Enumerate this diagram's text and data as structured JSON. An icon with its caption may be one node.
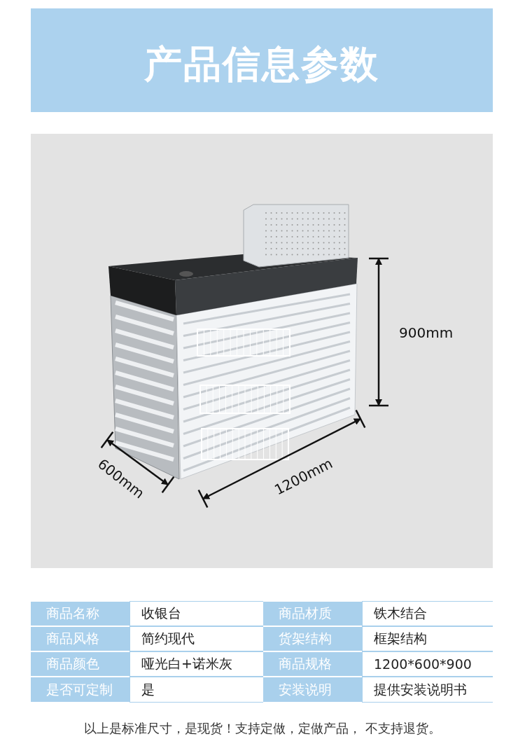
{
  "diagram": {
    "title": "产品信息参数",
    "labels": [
      "900mm",
      "600mm",
      "1200mm",
      "商品名称",
      "收银台",
      "商品材质",
      "铁木结合",
      "商品风格",
      "简约现代",
      "货架结构",
      "框架结构",
      "商品颜色",
      "哑光白+诺米灰",
      "商品规格",
      "1200*600*900",
      "是否可定制",
      "是",
      "安装说明",
      "提供安装说明书",
      "以上是标准尺寸，是现货！支持定做，定做产品， 不支持退货。"
    ]
  }
}
